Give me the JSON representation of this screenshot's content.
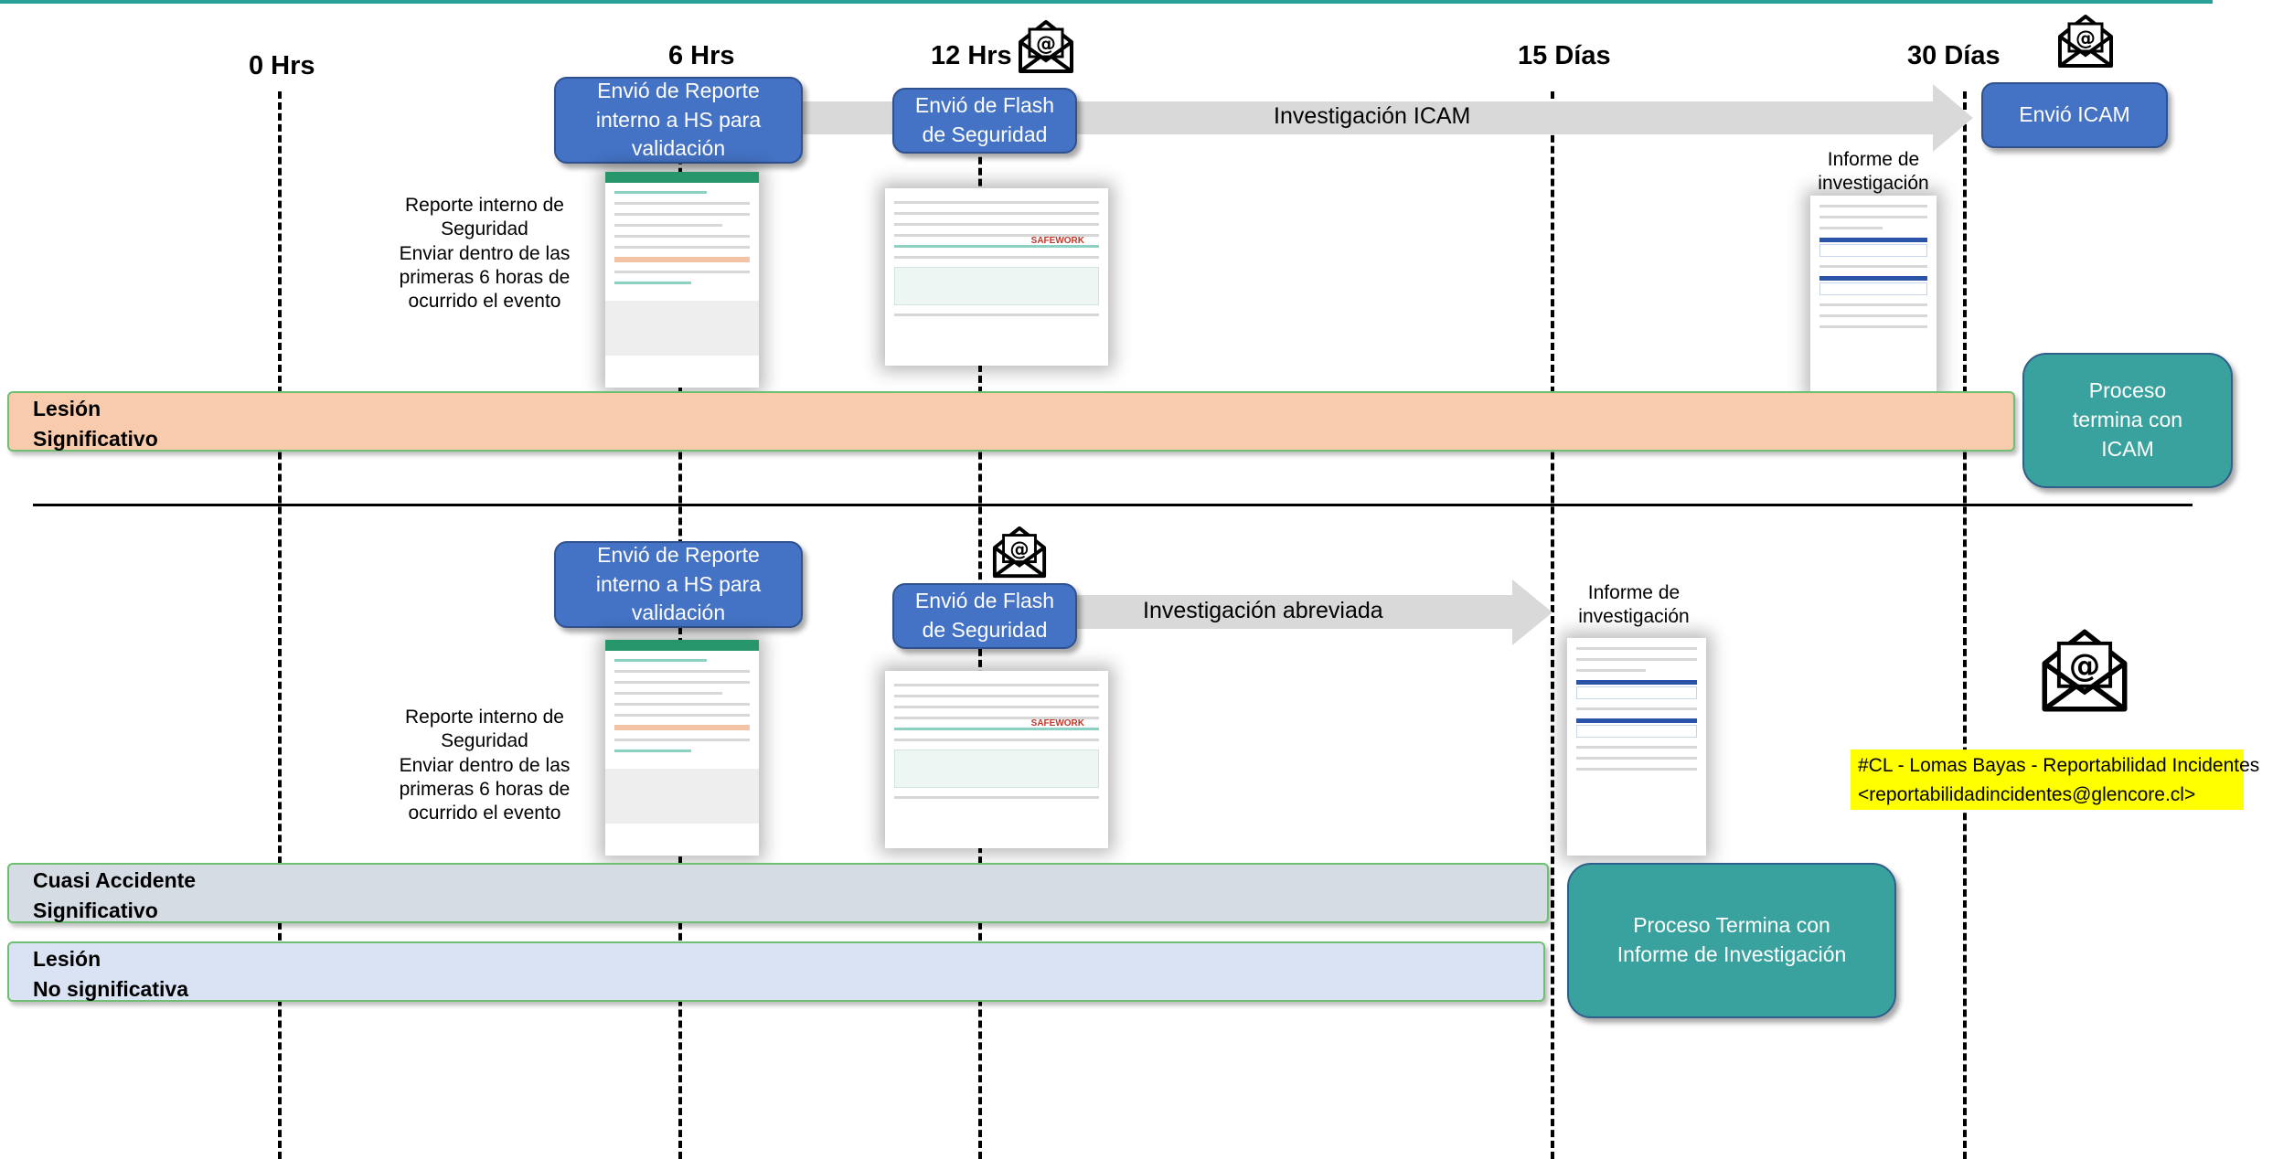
{
  "timeline": {
    "headers": [
      "0 Hrs",
      "6 Hrs",
      "12 Hrs",
      "15 Días",
      "30 Días"
    ]
  },
  "top_section": {
    "report_box": "Envió de Reporte interno a HS para validación",
    "flash_box": "Envió de Flash de Seguridad",
    "arrow_label": "Investigación ICAM",
    "icam_box": "Envió ICAM",
    "report_note": [
      "Reporte interno de",
      "Seguridad",
      "Enviar dentro de las",
      "primeras 6 horas de",
      "ocurrido el evento"
    ],
    "informe_label": [
      "Informe de",
      "investigación"
    ],
    "band_label": [
      "Lesión",
      "Significativo"
    ],
    "end_box": [
      "Proceso",
      "termina con",
      "ICAM"
    ]
  },
  "bottom_section": {
    "report_box": "Envió de Reporte interno a HS para validación",
    "flash_box": "Envió de Flash de Seguridad",
    "arrow_label": "Investigación abreviada",
    "report_note": [
      "Reporte interno de",
      "Seguridad",
      "Enviar dentro de las",
      "primeras 6 horas de",
      "ocurrido el evento"
    ],
    "informe_label": [
      "Informe de",
      "investigación"
    ],
    "band1_label": [
      "Cuasi Accidente",
      "Significativo"
    ],
    "band2_label": [
      "Lesión",
      "No significativa"
    ],
    "end_box": [
      "Proceso Termina con",
      "Informe de Investigación"
    ]
  },
  "email": {
    "line1": "#CL - Lomas Bayas - Reportabilidad Incidentes",
    "line2": "<reportabilidadincidentes@glencore.cl>"
  },
  "icons": [
    "email-envelope-icon"
  ],
  "colors": {
    "blue_box": "#4472c4",
    "teal_box": "#3aa29e",
    "band_orange": "#f8cbad",
    "band_gray": "#d6dce4",
    "band_lightblue": "#dae3f3",
    "email_highlight": "#ffff00",
    "arrow": "#d9d9d9"
  }
}
